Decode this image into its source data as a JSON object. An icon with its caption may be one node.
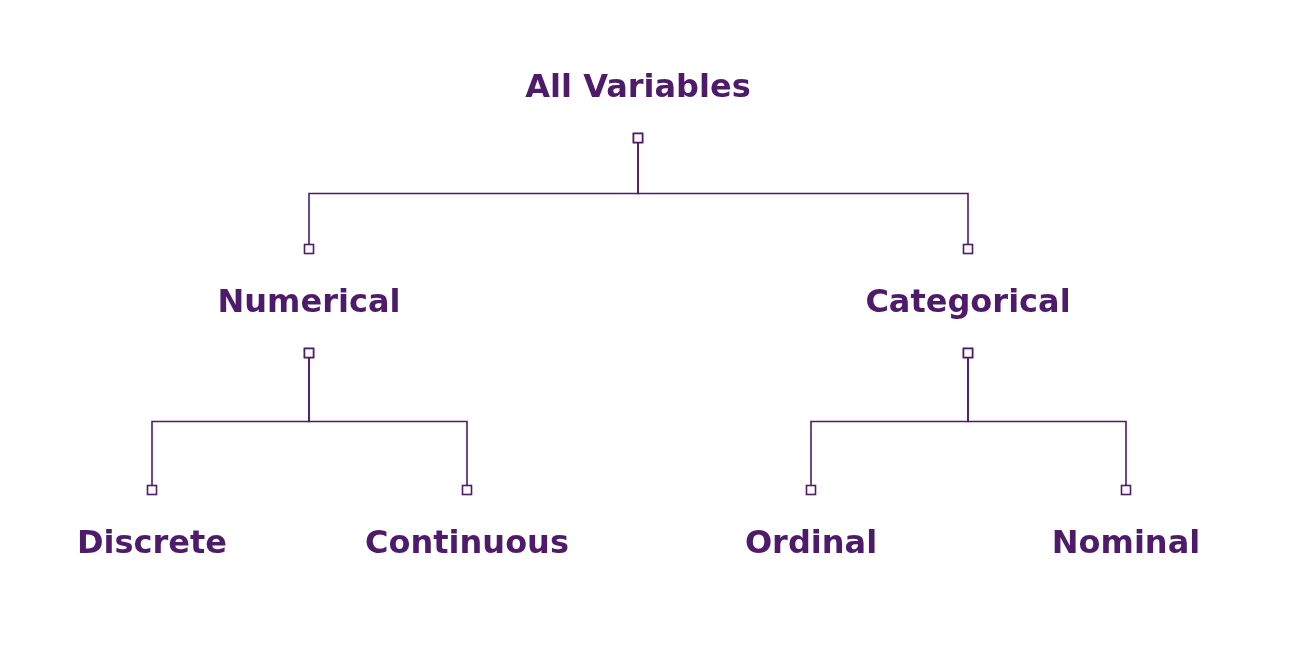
{
  "diagram": {
    "nodes": [
      {
        "text": [
          "All Variables"
        ]
      },
      {
        "text": [
          "Numerical"
        ]
      },
      {
        "text": [
          "Categorical"
        ]
      },
      {
        "text": [
          "Discrete"
        ]
      },
      {
        "text": [
          "Continuous"
        ]
      },
      {
        "text": [
          "Ordinal"
        ]
      },
      {
        "text": [
          "Nominal"
        ]
      }
    ],
    "edges": [
      {
        "from": 0,
        "to": 1,
        "arrow": "other"
      },
      {
        "from": 0,
        "to": 2,
        "arrow": "other"
      },
      {
        "from": 1,
        "to": 3,
        "arrow": "other"
      },
      {
        "from": 1,
        "to": 4,
        "arrow": "other"
      },
      {
        "from": 2,
        "to": 5,
        "arrow": "other"
      },
      {
        "from": 2,
        "to": 6,
        "arrow": "other"
      }
    ]
  }
}
